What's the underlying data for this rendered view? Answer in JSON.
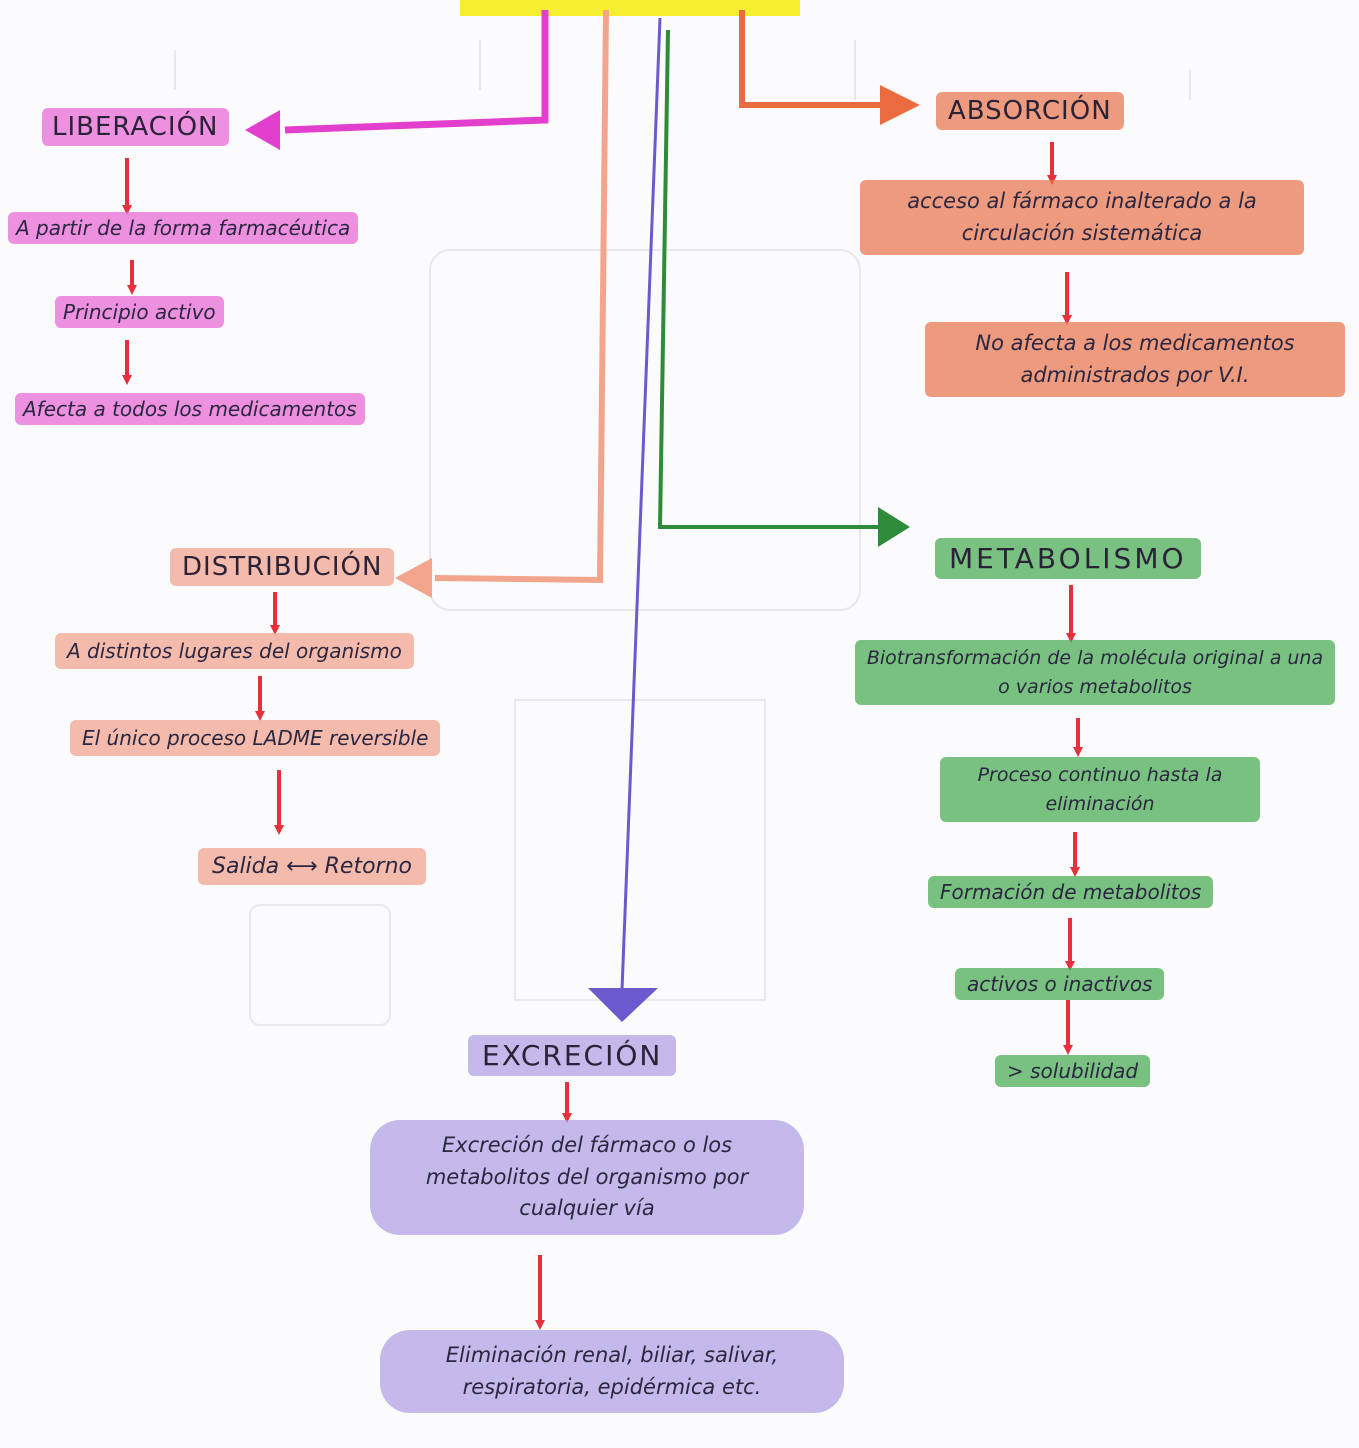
{
  "colors": {
    "pink": "#e23fcf",
    "salmon": "#f2a58c",
    "orange": "#ea6b3d",
    "green": "#2e8b3a",
    "purple": "#6a5acd",
    "yellow": "#f5ef30",
    "arrow_red": "#e8303c"
  },
  "liberacion": {
    "title": "LIBERACIÓN",
    "items": [
      "A partir de la forma farmacéutica",
      "Principio activo",
      "Afecta a todos los medicamentos"
    ]
  },
  "absorcion": {
    "title": "ABSORCIÓN",
    "items": [
      "acceso al fármaco inalterado a la circulación sistemática",
      "No afecta a los medicamentos administrados por V.I."
    ]
  },
  "distribucion": {
    "title": "DISTRIBUCIÓN",
    "items": [
      "A distintos lugares del organismo",
      "El único proceso LADME reversible",
      "Salida ⟷ Retorno"
    ]
  },
  "metabolismo": {
    "title": "METABOLISMO",
    "items": [
      "Biotransformación de la molécula original a una o varios metabolitos",
      "Proceso continuo hasta la eliminación",
      "Formación de metabolitos",
      "activos o inactivos",
      "> solubilidad"
    ]
  },
  "excrecion": {
    "title": "EXCRECIÓN",
    "items": [
      "Excreción del fármaco o los metabolitos del organismo por cualquier vía",
      "Eliminación renal, biliar, salivar, respiratoria, epidérmica etc."
    ]
  }
}
